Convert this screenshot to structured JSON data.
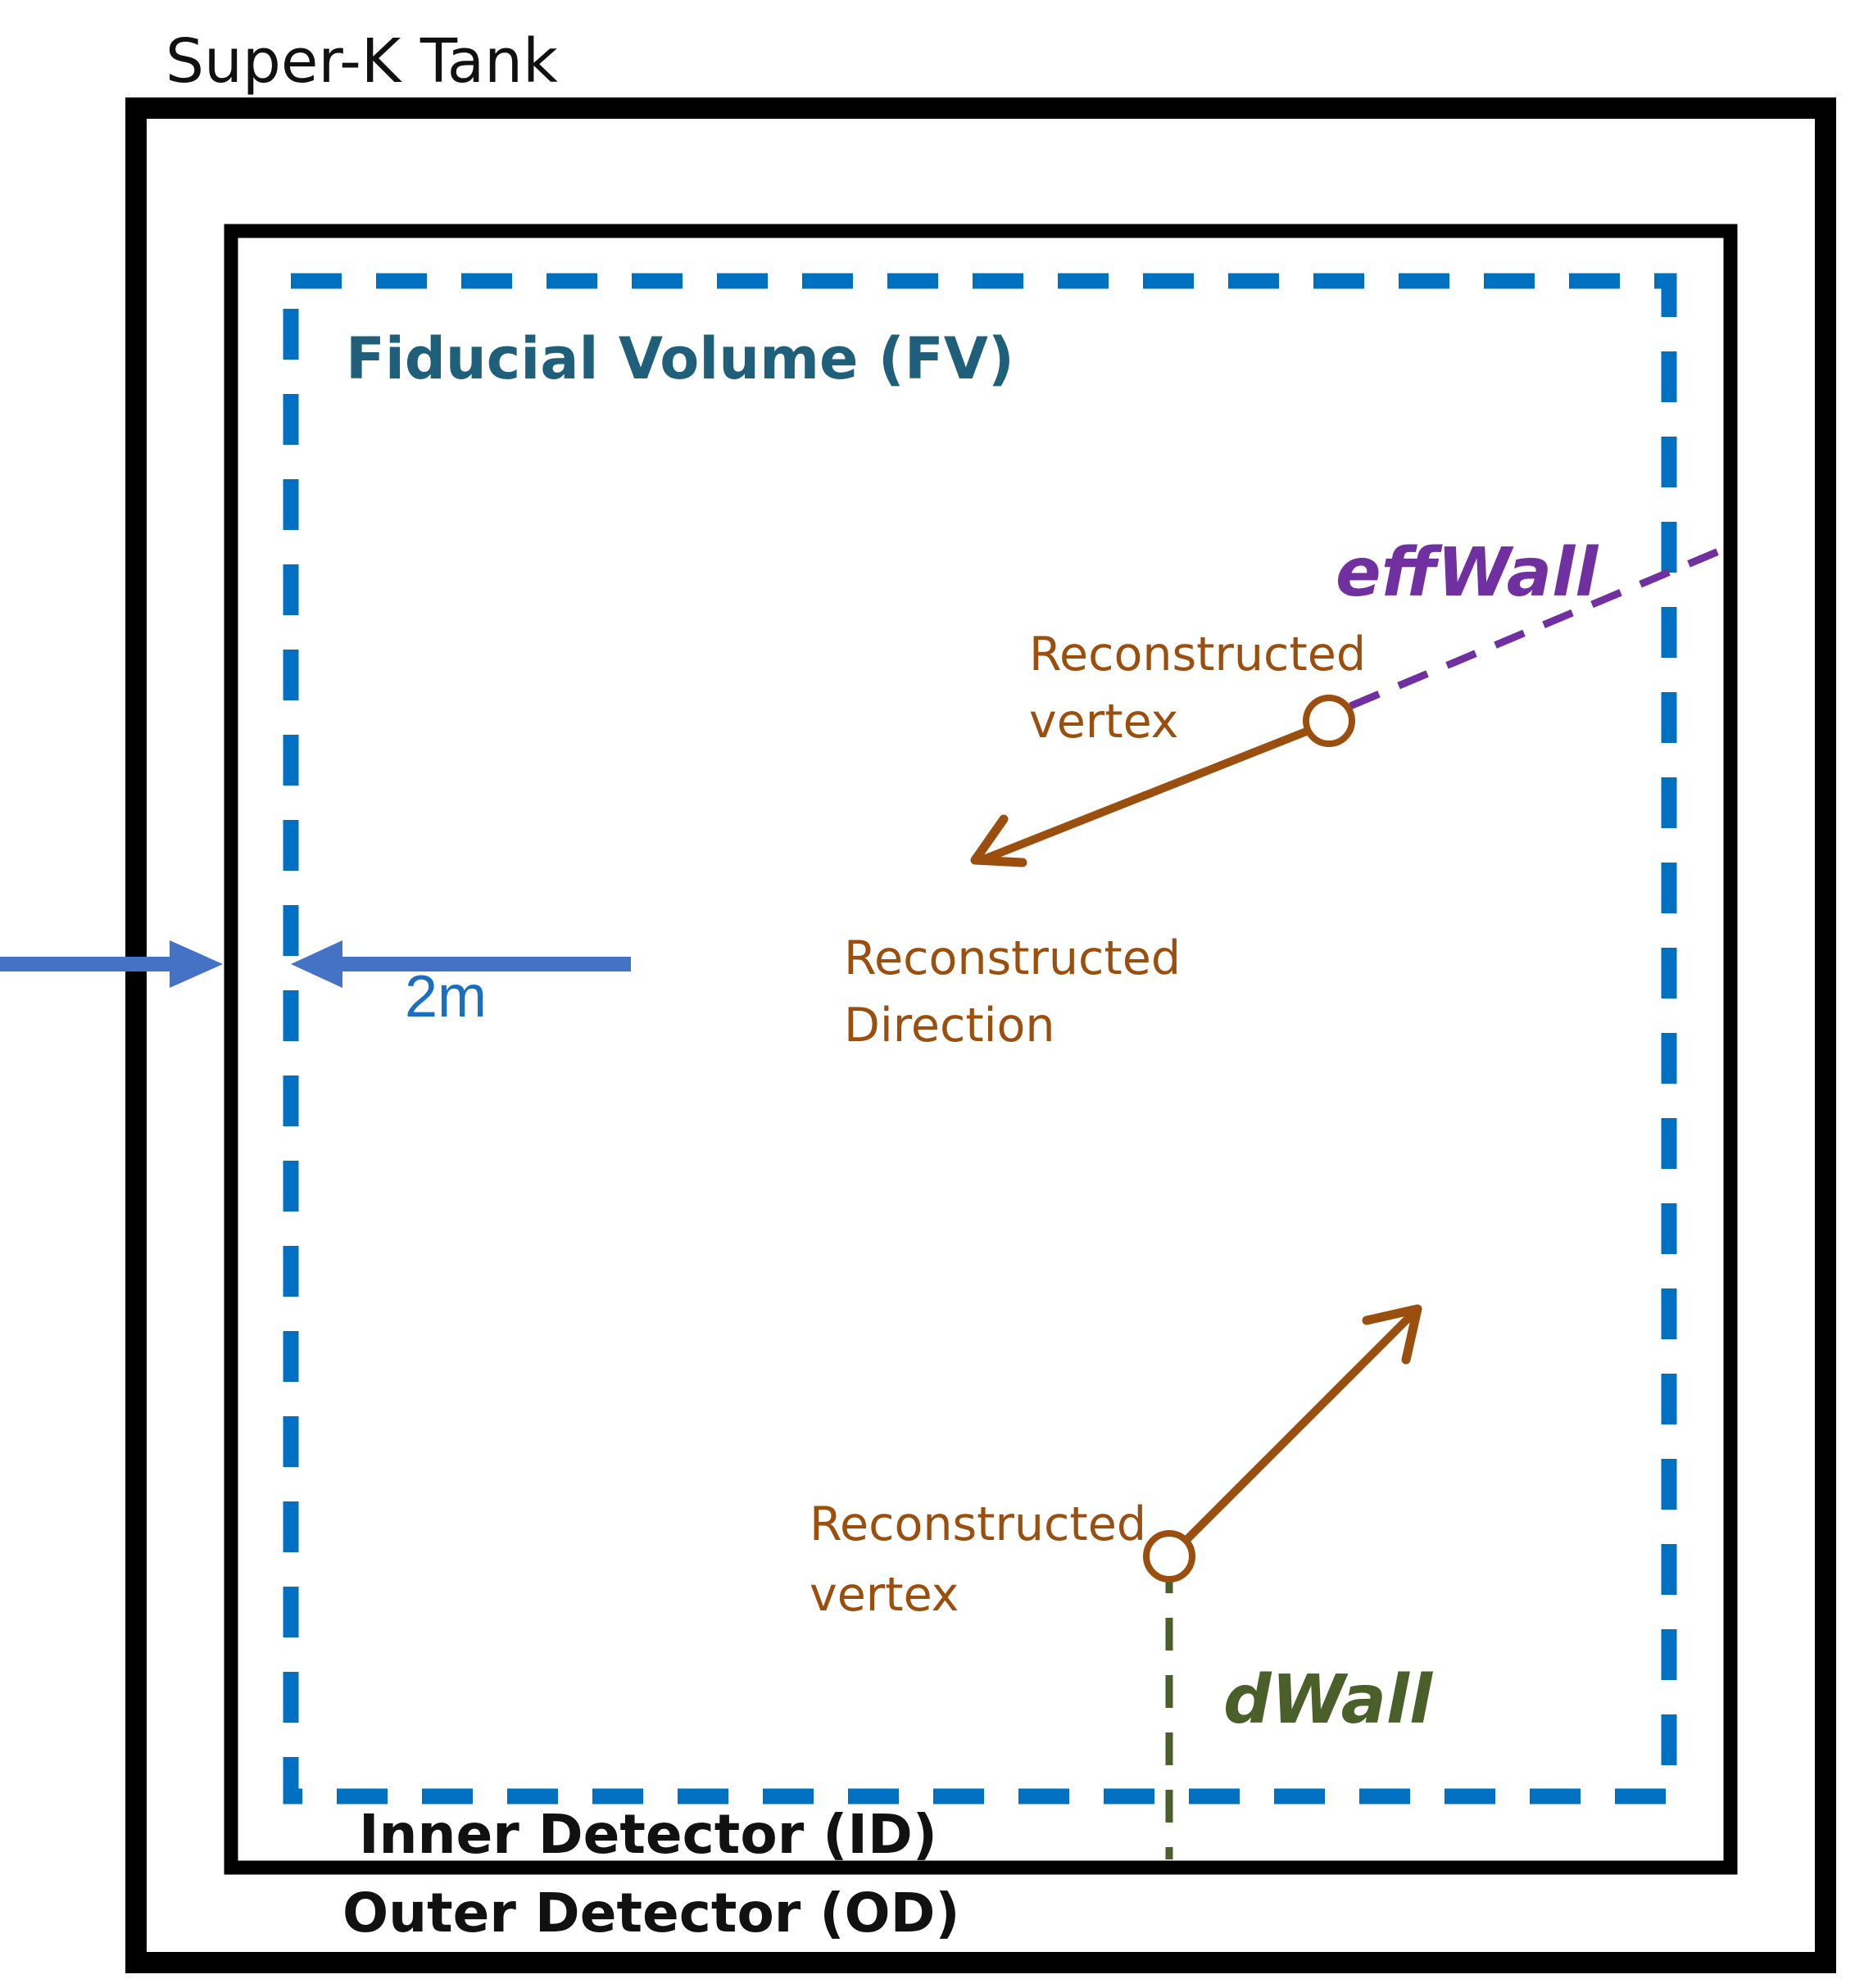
{
  "labels": {
    "tank": "Super-K Tank",
    "fiducial_volume": "Fiducial Volume (FV)",
    "inner_detector": "Inner Detector (ID)",
    "outer_detector": "Outer Detector (OD)",
    "distance": "2m",
    "eff_wall": "effWall",
    "d_wall": "dWall",
    "vertex_top_line1": "Reconstructed",
    "vertex_top_line2": "vertex",
    "direction_line1": "Reconstructed",
    "direction_line2": "Direction",
    "vertex_bottom_line1": "Reconstructed",
    "vertex_bottom_line2": "vertex"
  },
  "colors": {
    "walls": "#000000",
    "fiducial_dashes": "#0070c0",
    "distance_arrows": "#4472c4",
    "direction_arrows": "#9a4f0f",
    "eff_wall_line": "#7030a0",
    "d_wall_line": "#4a5f2a"
  }
}
